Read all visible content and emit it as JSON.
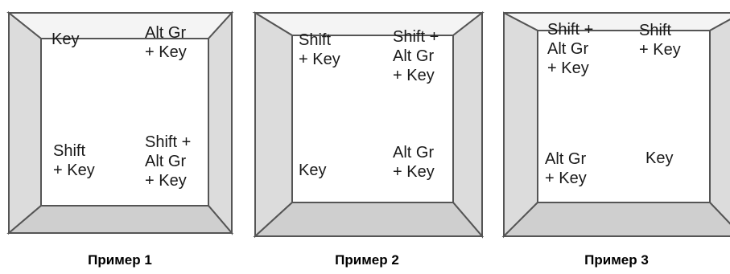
{
  "colors": {
    "bevel_top": "#f4f4f4",
    "bevel_side": "#dcdcdc",
    "bevel_bottom": "#cfcfcf",
    "face": "#ffffff",
    "outline": "#555555"
  },
  "keys": [
    {
      "caption": "Пример 1",
      "top_left": [
        "Key"
      ],
      "top_right": [
        "Alt Gr",
        "+ Key"
      ],
      "bottom_left": [
        "Shift",
        "+ Key"
      ],
      "bottom_right": [
        "Shift +",
        "Alt Gr",
        "+ Key"
      ]
    },
    {
      "caption": "Пример 2",
      "top_left": [
        "Shift",
        "+ Key"
      ],
      "top_right": [
        "Shift +",
        "Alt Gr",
        "+ Key"
      ],
      "bottom_left": [
        "Key"
      ],
      "bottom_right": [
        "Alt Gr",
        "+ Key"
      ]
    },
    {
      "caption": "Пример 3",
      "top_left": [
        "Shift +",
        "Alt Gr",
        "+ Key"
      ],
      "top_right": [
        "Shift",
        "+ Key"
      ],
      "bottom_left": [
        "Alt Gr",
        "+ Key"
      ],
      "bottom_right": [
        "Key"
      ]
    }
  ]
}
